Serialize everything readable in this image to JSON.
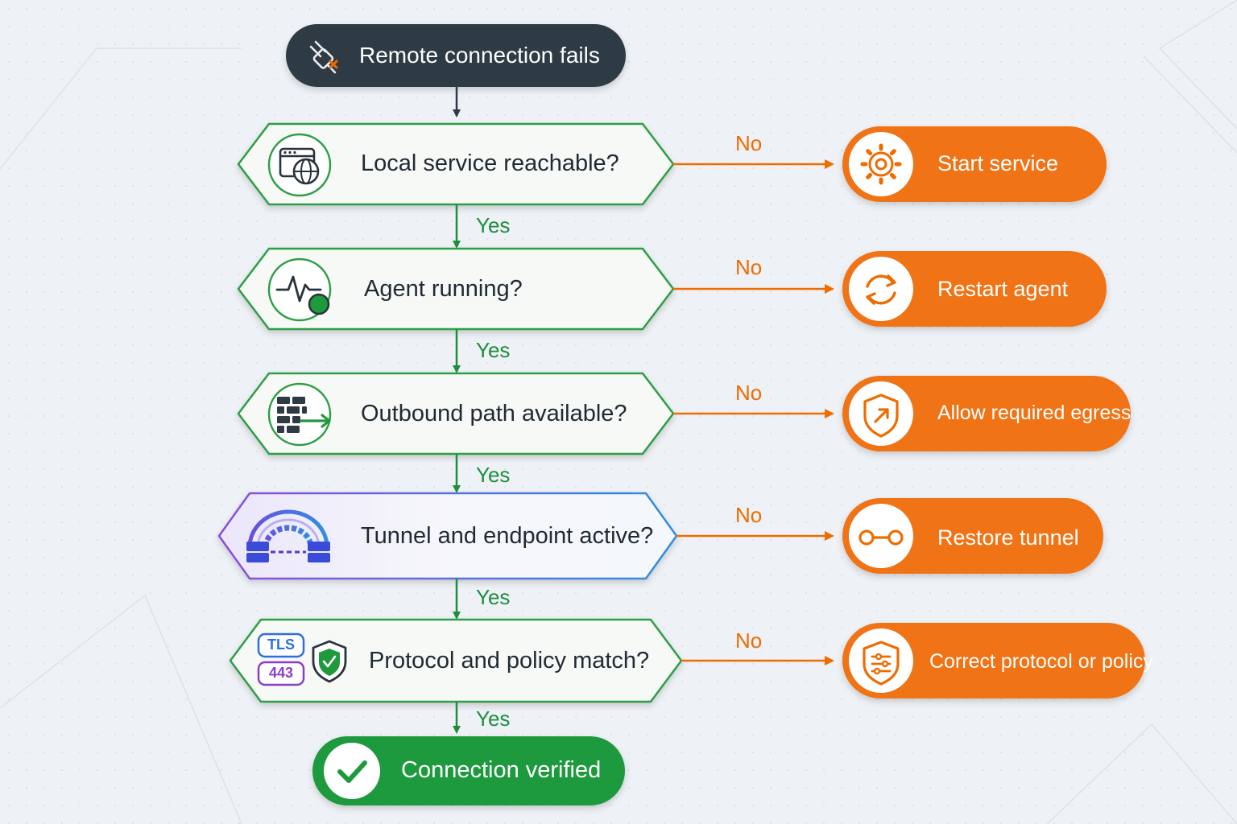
{
  "start": {
    "label": "Remote connection fails",
    "icon": "broken-plug-icon"
  },
  "colors": {
    "start_bg": "#2f3a44",
    "decision_border": "#2e9e46",
    "decision_fill": "#f7f9f7",
    "highlight_border_from": "#8a4fd6",
    "highlight_border_to": "#2f8fe0",
    "yes": "#1e8e3e",
    "no": "#ef6c00",
    "action_bg": "#f07316",
    "end_bg": "#1f9a3c"
  },
  "yes_label": "Yes",
  "no_label": "No",
  "steps": [
    {
      "question": "Local service reachable?",
      "question_icon": "browser-globe-icon",
      "action": "Start service",
      "action_icon": "gear-icon"
    },
    {
      "question": "Agent running?",
      "question_icon": "heartbeat-status-icon",
      "action": "Restart agent",
      "action_icon": "refresh-icon"
    },
    {
      "question": "Outbound path available?",
      "question_icon": "firewall-outbound-icon",
      "action": "Allow required egress",
      "action_icon": "shield-arrow-icon"
    },
    {
      "question": "Tunnel and endpoint active?",
      "question_icon": "tunnel-servers-icon",
      "action": "Restore tunnel",
      "action_icon": "link-icon"
    },
    {
      "question": "Protocol and policy match?",
      "question_icon": "tls-shield-icon",
      "question_badges": [
        "TLS",
        "443"
      ],
      "action": "Correct protocol or policy",
      "action_icon": "shield-settings-icon"
    }
  ],
  "end": {
    "label": "Connection verified",
    "icon": "check-icon"
  }
}
